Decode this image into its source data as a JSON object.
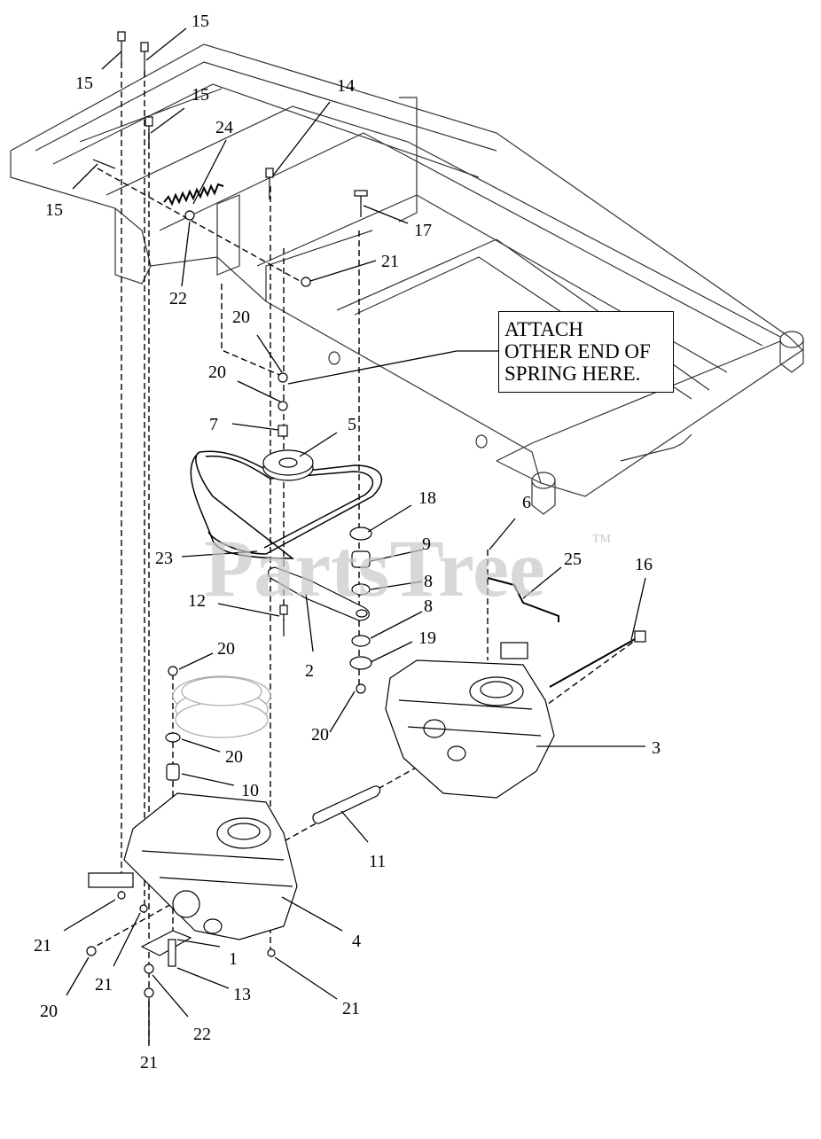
{
  "callout": {
    "lines": [
      "ATTACH",
      "OTHER END OF",
      "SPRING HERE."
    ]
  },
  "watermark": {
    "text": "PartsTree",
    "tm": "TM",
    "color": "#c8c8c8"
  },
  "part_labels": [
    "15",
    "15",
    "15",
    "15",
    "14",
    "24",
    "17",
    "21",
    "22",
    "20",
    "20",
    "7",
    "5",
    "18",
    "9",
    "8",
    "8",
    "19",
    "6",
    "25",
    "16",
    "23",
    "12",
    "2",
    "20",
    "20",
    "20",
    "10",
    "3",
    "11",
    "4",
    "21",
    "21",
    "1",
    "13",
    "21",
    "20",
    "22",
    "21"
  ]
}
